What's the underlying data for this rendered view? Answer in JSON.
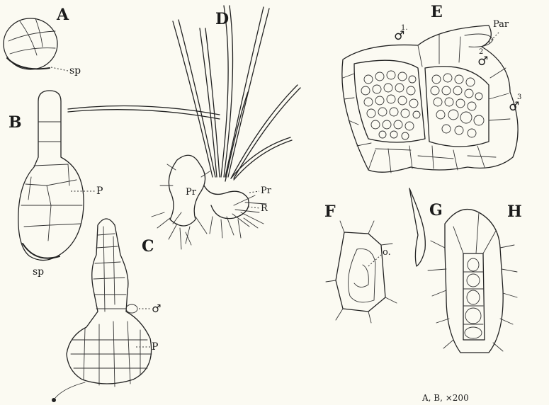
{
  "figures": {
    "A": {
      "label": "A",
      "annotations": [
        "sp"
      ]
    },
    "B": {
      "label": "B",
      "annotations": [
        "P",
        "sp"
      ]
    },
    "C": {
      "label": "C",
      "annotations": [
        "♂",
        "P"
      ]
    },
    "D": {
      "label": "D",
      "annotations": [
        "Pr",
        "Pr",
        "R"
      ]
    },
    "E": {
      "label": "E",
      "annotations": [
        "♂",
        "♂",
        "♂",
        "Par"
      ],
      "sup": [
        "1.",
        "2",
        "3"
      ]
    },
    "F": {
      "label": "F",
      "annotations": [
        "o."
      ]
    },
    "G": {
      "label": "G"
    },
    "H": {
      "label": "H"
    }
  },
  "caption": "A, B, ×200"
}
